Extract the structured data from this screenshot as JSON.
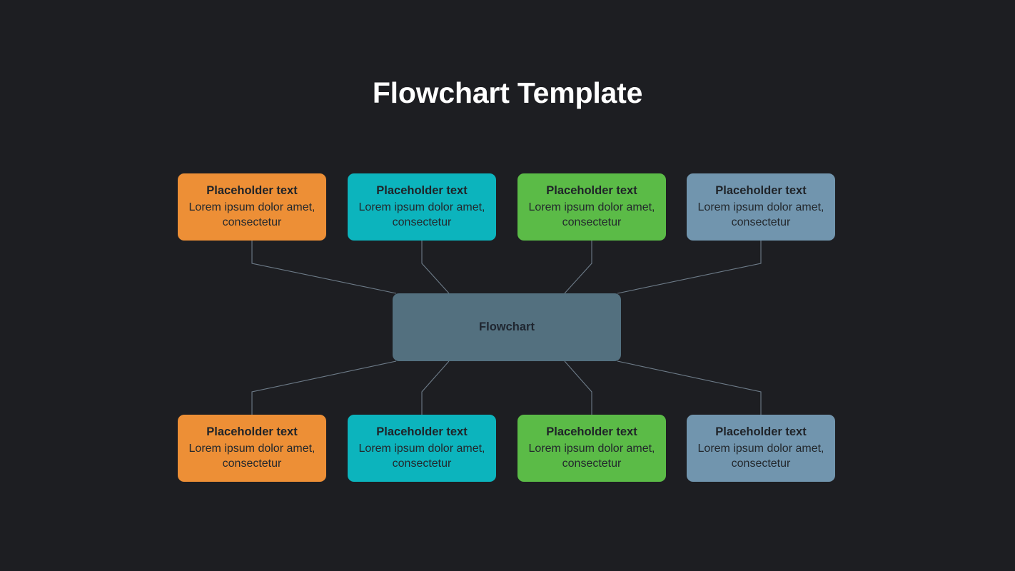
{
  "page": {
    "title": "Flowchart Template",
    "background_color": "#1d1e22",
    "link_color": "#6d7b88"
  },
  "center": {
    "label": "Flowchart",
    "color": "#53707f"
  },
  "nodes": {
    "top": [
      {
        "title": "Placeholder text",
        "body": "Lorem ipsum dolor amet, consectetur",
        "color": "#ed8f36"
      },
      {
        "title": "Placeholder text",
        "body": "Lorem ipsum dolor amet, consectetur",
        "color": "#0cb4bd"
      },
      {
        "title": "Placeholder text",
        "body": "Lorem ipsum dolor amet, consectetur",
        "color": "#5bbb47"
      },
      {
        "title": "Placeholder text",
        "body": "Lorem ipsum dolor amet, consectetur",
        "color": "#7195ae"
      }
    ],
    "bottom": [
      {
        "title": "Placeholder text",
        "body": "Lorem ipsum dolor amet, consectetur",
        "color": "#ed8f36"
      },
      {
        "title": "Placeholder text",
        "body": "Lorem ipsum dolor amet, consectetur",
        "color": "#0cb4bd"
      },
      {
        "title": "Placeholder text",
        "body": "Lorem ipsum dolor amet, consectetur",
        "color": "#5bbb47"
      },
      {
        "title": "Placeholder text",
        "body": "Lorem ipsum dolor amet, consectetur",
        "color": "#7195ae"
      }
    ]
  }
}
